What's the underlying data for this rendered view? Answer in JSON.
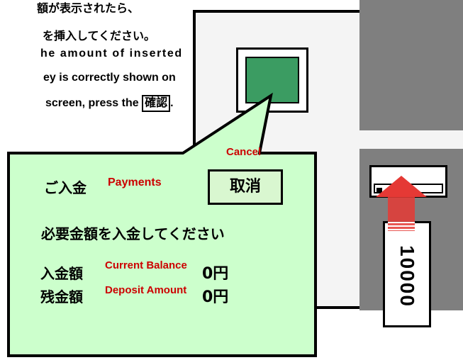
{
  "instructions": {
    "jp_line1": "額が表示されたら、",
    "jp_line2": "を挿入してください。",
    "en_line1": "he amount of inserted",
    "en_line2": "ey is correctly shown on",
    "en_line3": "screen, press the",
    "confirm_button_label": "確認",
    "en_line3_end": "."
  },
  "machine": {
    "bill_amount": "10000"
  },
  "dialog": {
    "title_jp": "ご入金",
    "title_en": "Payments",
    "cancel_jp": "取消",
    "cancel_en": "Cancel",
    "prompt": "必要金額を入金してください",
    "rows": [
      {
        "label_jp": "入金額",
        "label_en": "Current Balance",
        "value": "0円"
      },
      {
        "label_jp": "残金額",
        "label_en": "Deposit Amount",
        "value": "0円"
      }
    ]
  },
  "colors": {
    "bubble_fill": "#ccffcc",
    "screen_green": "#3b9c62",
    "machine_gray": "#7f7f7f",
    "accent_red": "#cc0000",
    "arrow_red": "#e53935"
  }
}
